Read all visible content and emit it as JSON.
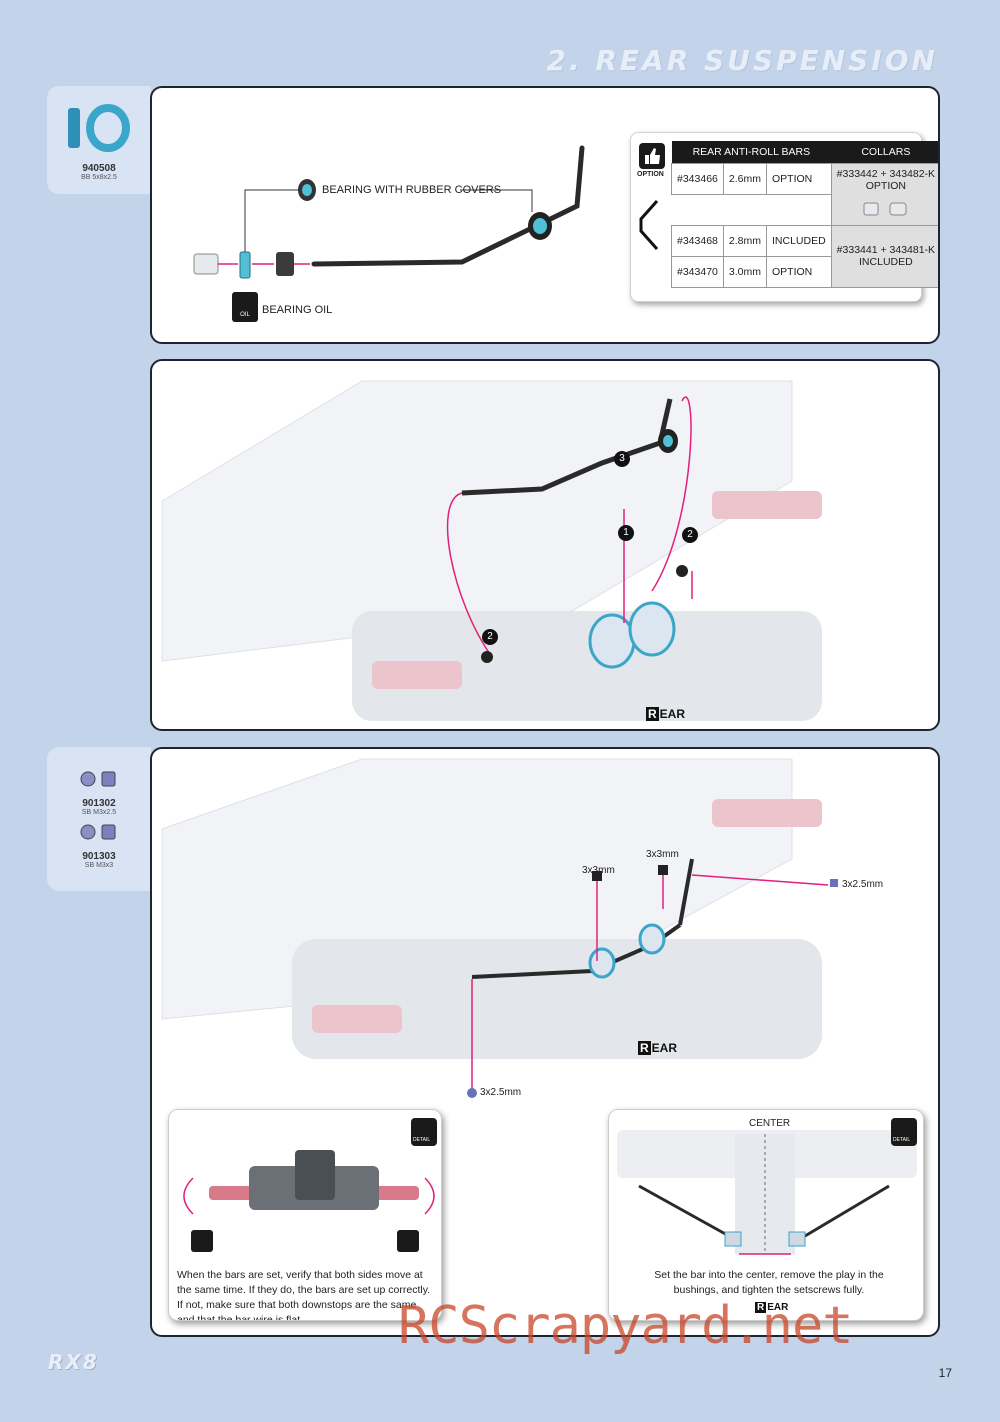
{
  "header": {
    "section_title": "2. REAR SUSPENSION"
  },
  "step1": {
    "tab": {
      "code": "940508",
      "sub": "BB 5x8x2.5"
    },
    "labels": {
      "bearing_covers": "BEARING WITH RUBBER COVERS",
      "bearing_oil": "BEARING OIL"
    },
    "option_label": "OPTION",
    "table": {
      "headers": [
        "REAR ANTI-ROLL BARS",
        "COLLARS"
      ],
      "rows": [
        {
          "part": "#343466",
          "size": "2.6mm",
          "status": "OPTION"
        },
        {
          "part": "#343468",
          "size": "2.8mm",
          "status": "INCLUDED"
        },
        {
          "part": "#343470",
          "size": "3.0mm",
          "status": "OPTION"
        }
      ],
      "collar1_part": "#333442 + 343482-K",
      "collar1_status": "OPTION",
      "collar2_part": "#333441 + 343481-K",
      "collar2_status": "INCLUDED"
    }
  },
  "step2": {
    "callouts": [
      "3",
      "1",
      "2",
      "2"
    ],
    "rear_label": "EAR",
    "rear_letter": "R"
  },
  "step3": {
    "tab": [
      {
        "code": "901302",
        "sub": "SB M3x2.5"
      },
      {
        "code": "901303",
        "sub": "SB M3x3"
      }
    ],
    "labels": {
      "l1": "3x3mm",
      "l2": "3x3mm",
      "l3": "3x2.5mm",
      "l4": "3x2.5mm"
    },
    "rear_label": "EAR",
    "rear_letter": "R",
    "detail_left_text": "When the bars are set, verify that both sides move at the same time. If they do, the bars are set up correctly. If not, make sure that both downstops are the same and that the bar wire is flat.",
    "detail_right_center": "CENTER",
    "detail_right_text": "Set the bar into the center, remove the play in the bushings, and tighten the setscrews fully.",
    "detail_icon_label": "DETAIL"
  },
  "footer": {
    "logo": "RX8",
    "page_number": "17",
    "watermark": "RCScrapyard.net"
  },
  "colors": {
    "accent": "#e0207a",
    "bearing_blue": "#3aa6c9",
    "page_bg": "#c3d3ea"
  }
}
